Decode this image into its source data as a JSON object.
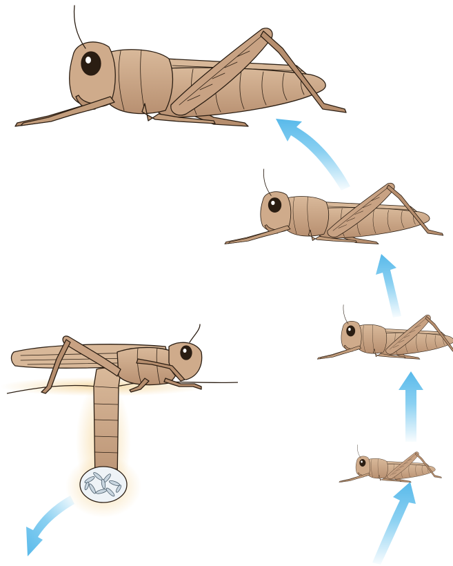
{
  "figure": {
    "subject": "grasshopper-life-cycle",
    "stages": [
      {
        "id": "adult",
        "label": ""
      },
      {
        "id": "nymph-large",
        "label": ""
      },
      {
        "id": "nymph-medium",
        "label": ""
      },
      {
        "id": "nymph-small",
        "label": ""
      },
      {
        "id": "egg-laying",
        "label": ""
      }
    ],
    "colors": {
      "body": "#c9a384",
      "body_shade": "#a8805f",
      "body_light": "#dcc0a5",
      "wing": "#d8b899",
      "outline": "#2a1d12",
      "arrow": "#6cc4ee",
      "soil_glow": "#f4d9a8",
      "egg_pod": "#eef3f7"
    }
  }
}
